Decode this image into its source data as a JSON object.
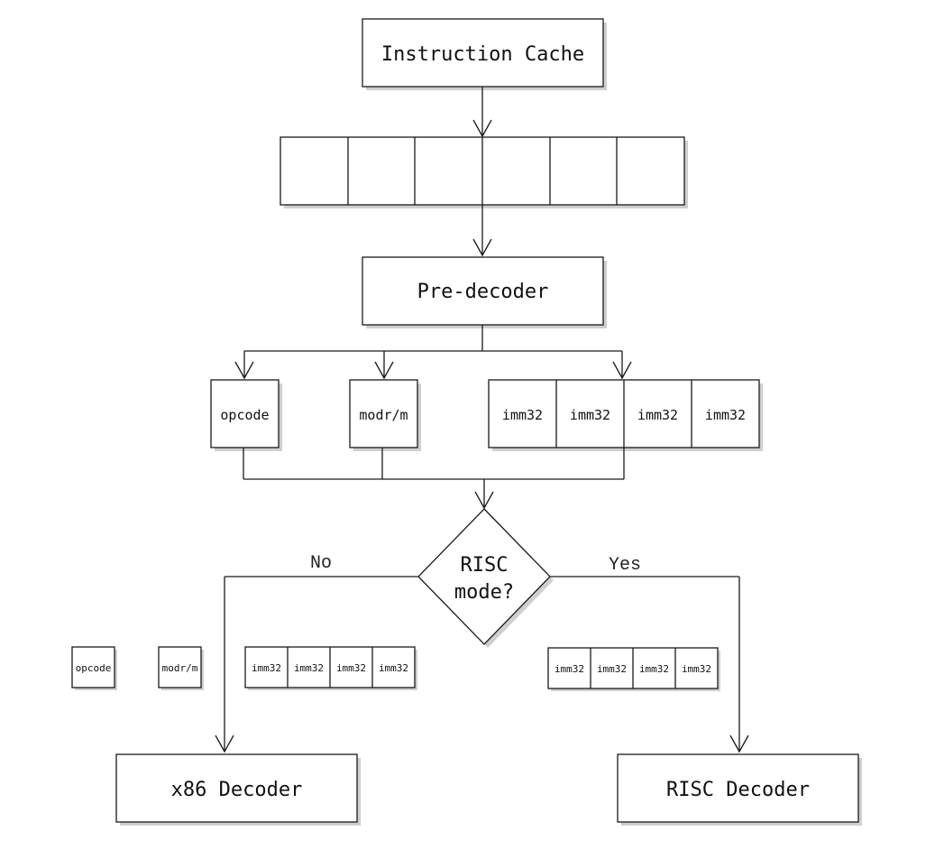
{
  "diagram": {
    "instruction_cache": "Instruction Cache",
    "pre_decoder": "Pre-decoder",
    "fields": {
      "opcode": "opcode",
      "modrm": "modr/m",
      "imm": [
        "imm32",
        "imm32",
        "imm32",
        "imm32"
      ]
    },
    "decision": {
      "line1": "RISC",
      "line2": "mode?",
      "no_label": "No",
      "yes_label": "Yes"
    },
    "x86_side": {
      "opcode": "opcode",
      "modrm": "modr/m",
      "imm": [
        "imm32",
        "imm32",
        "imm32",
        "imm32"
      ]
    },
    "risc_side": {
      "imm": [
        "imm32",
        "imm32",
        "imm32",
        "imm32"
      ]
    },
    "x86_decoder": "x86 Decoder",
    "risc_decoder": "RISC Decoder"
  }
}
